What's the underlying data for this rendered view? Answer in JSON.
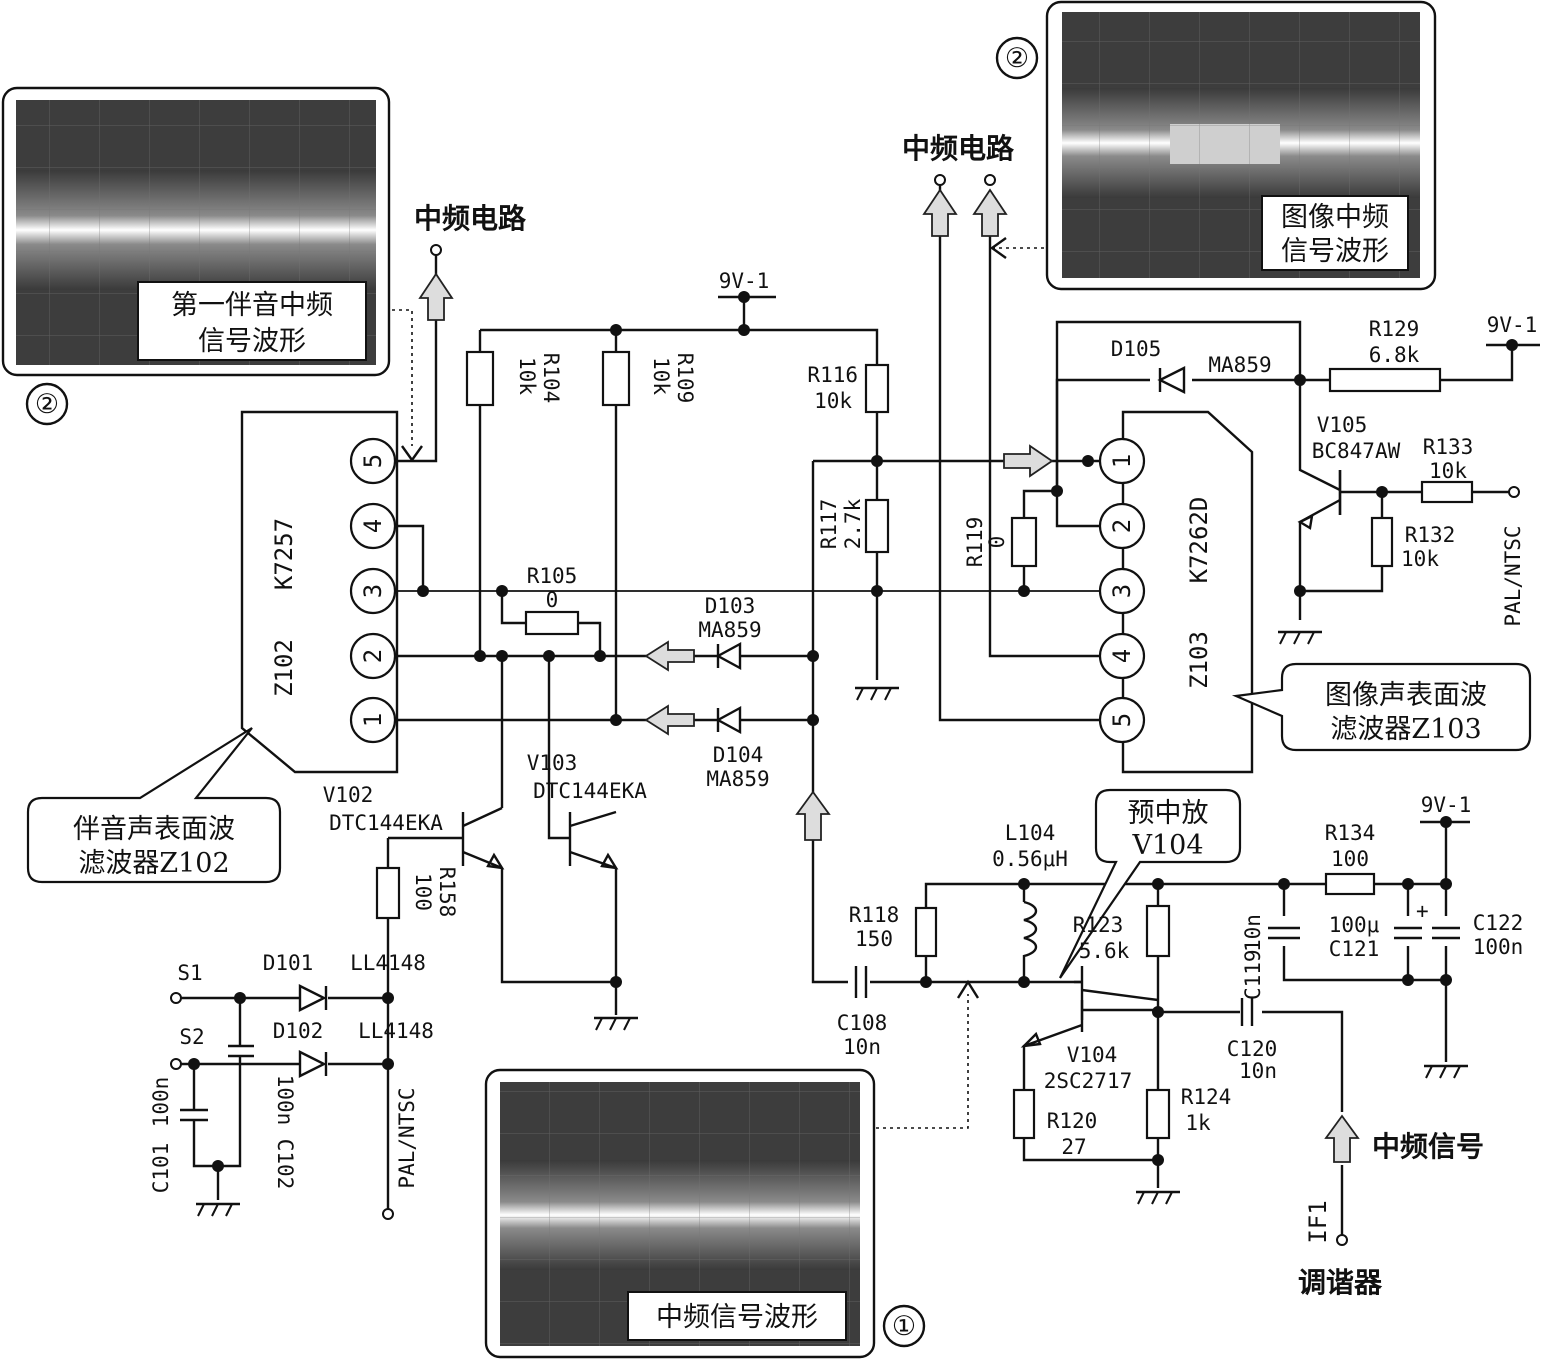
{
  "scope": {
    "audio": {
      "caption_l1": "第一伴音中频",
      "caption_l2": "信号波形",
      "marker": "②"
    },
    "video": {
      "caption_l1": "图像中频",
      "caption_l2": "信号波形",
      "marker": "②"
    },
    "if": {
      "caption": "中频信号波形",
      "marker": "①"
    }
  },
  "labels": {
    "if_circuit": "中频电路",
    "if_signal": "中频信号",
    "tuner": "调谐器",
    "if1": "IF1",
    "supply": "9V-1",
    "pal_ntsc": "PAL/NTSC",
    "s1": "S1",
    "s2": "S2"
  },
  "callouts": {
    "z102_l1": "伴音声表面波",
    "z102_l2": "滤波器Z102",
    "z103_l1": "图像声表面波",
    "z103_l2": "滤波器Z103",
    "v104_l1": "预中放",
    "v104_l2": "V104"
  },
  "components": {
    "z102": {
      "ref": "Z102",
      "part": "K7257",
      "pins": [
        "1",
        "2",
        "3",
        "4",
        "5"
      ]
    },
    "z103": {
      "ref": "Z103",
      "part": "K7262D",
      "pins": [
        "1",
        "2",
        "3",
        "4",
        "5"
      ]
    },
    "r104": {
      "ref": "R104",
      "value": "10k"
    },
    "r109": {
      "ref": "R109",
      "value": "10k"
    },
    "r116": {
      "ref": "R116",
      "value": "10k"
    },
    "r117": {
      "ref": "R117",
      "value": "2.7k"
    },
    "r105": {
      "ref": "R105",
      "value": "0"
    },
    "r119": {
      "ref": "R119",
      "value": "0"
    },
    "r129": {
      "ref": "R129",
      "value": "6.8k"
    },
    "r133": {
      "ref": "R133",
      "value": "10k"
    },
    "r132": {
      "ref": "R132",
      "value": "10k"
    },
    "r158": {
      "ref": "R158",
      "value": "100"
    },
    "r118": {
      "ref": "R118",
      "value": "150"
    },
    "r123": {
      "ref": "R123",
      "value": "5.6k"
    },
    "r124": {
      "ref": "R124",
      "value": "1k"
    },
    "r120": {
      "ref": "R120",
      "value": "27"
    },
    "r134": {
      "ref": "R134",
      "value": "100"
    },
    "d103": {
      "ref": "D103",
      "part": "MA859"
    },
    "d104": {
      "ref": "D104",
      "part": "MA859"
    },
    "d105": {
      "ref": "D105",
      "part": "MA859"
    },
    "d101": {
      "ref": "D101",
      "part": "LL4148"
    },
    "d102": {
      "ref": "D102",
      "part": "LL4148"
    },
    "v102": {
      "ref": "V102",
      "part": "DTC144EKA"
    },
    "v103": {
      "ref": "V103",
      "part": "DTC144EKA"
    },
    "v104": {
      "ref": "V104",
      "part": "2SC2717"
    },
    "v105": {
      "ref": "V105",
      "part": "BC847AW"
    },
    "l104": {
      "ref": "L104",
      "value": "0.56μH"
    },
    "c108": {
      "ref": "C108",
      "value": "10n"
    },
    "c120": {
      "ref": "C120",
      "value": "10n"
    },
    "c119": {
      "ref": "C119",
      "value": "10n"
    },
    "c121": {
      "ref": "C121",
      "value": "100μ"
    },
    "c122": {
      "ref": "C122",
      "value": "100n"
    },
    "c101": {
      "ref": "C101",
      "value": "100n"
    },
    "c102": {
      "ref": "C102",
      "value": "100n"
    }
  }
}
